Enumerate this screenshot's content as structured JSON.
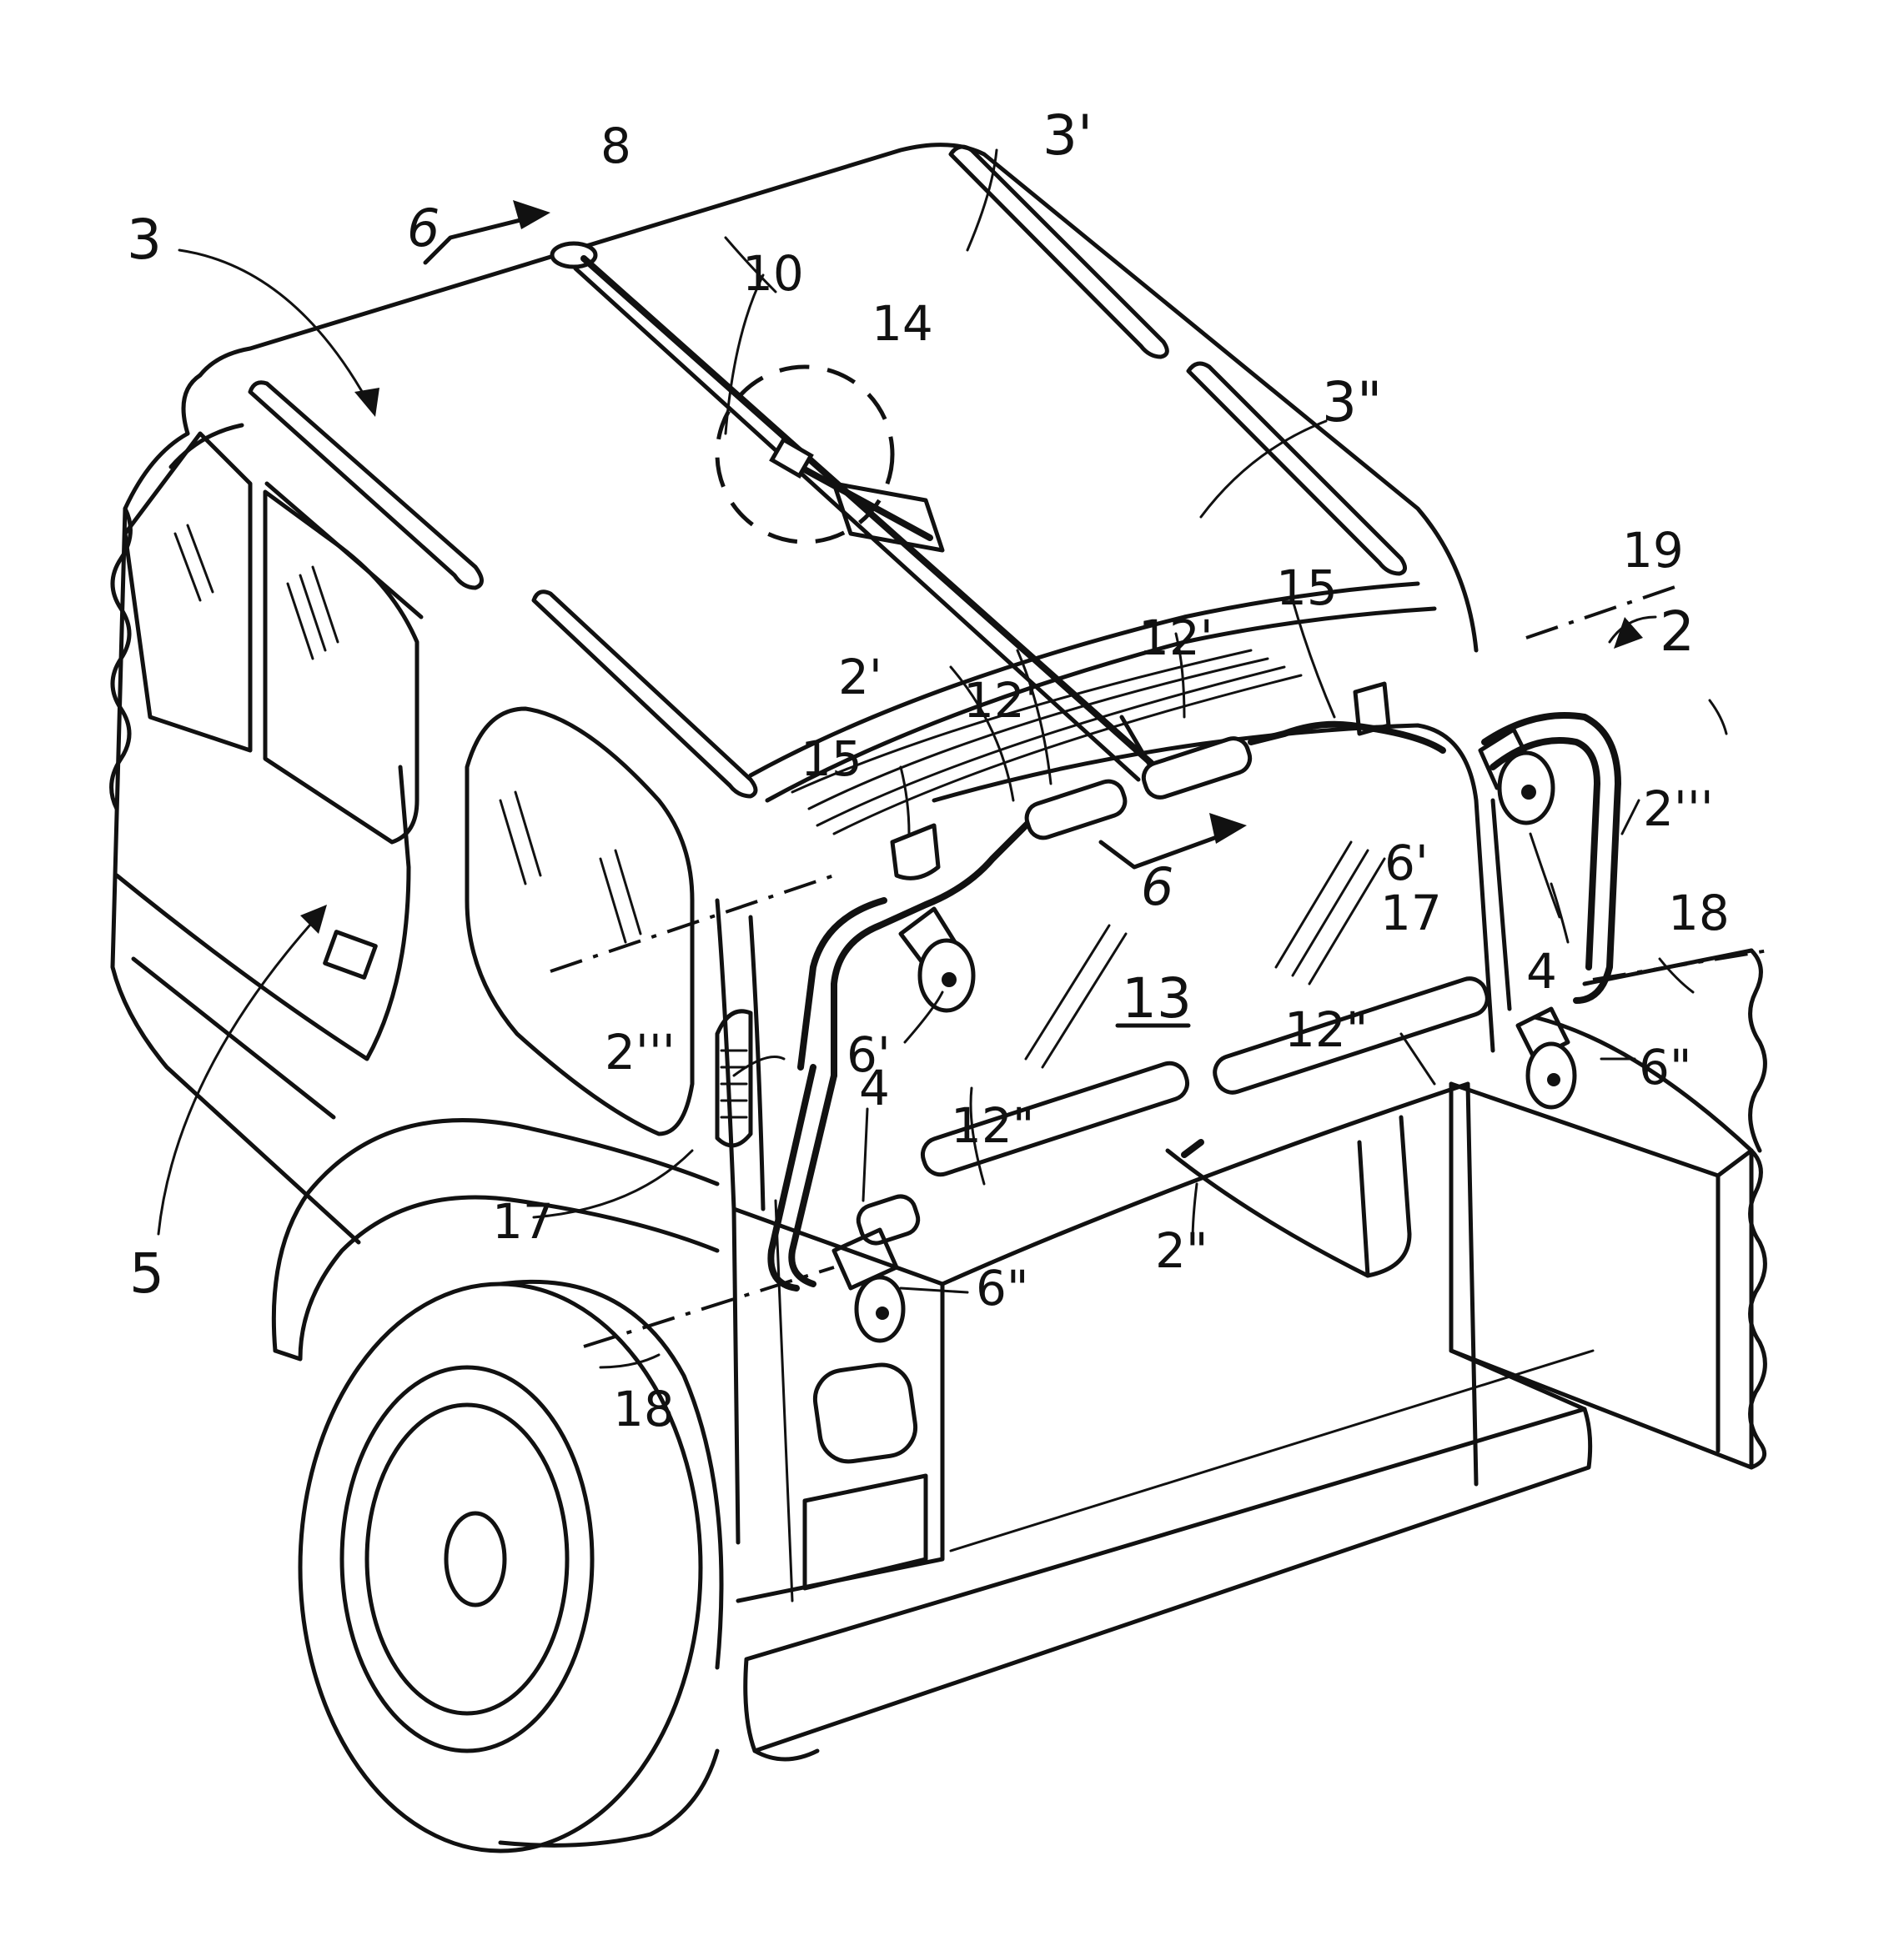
{
  "labels": {
    "l3": "3",
    "l6_top": "6",
    "l8": "8",
    "l10": "10",
    "l14": "14",
    "l3p": "3'",
    "l3pp": "3\"",
    "l19": "19",
    "l2": "2",
    "l15_left": "15",
    "l15_right": "15",
    "l12p_left": "12'",
    "l12p_right": "12'",
    "l2p": "2'",
    "l2ppp_left": "2'''",
    "l2ppp_right": "2'''",
    "l6p_left": "6'",
    "l6p_right": "6'",
    "l6_mid": "6",
    "l13": "13",
    "l17_right": "17",
    "l17_left": "17",
    "l18_right": "18",
    "l18_left": "18",
    "l4_right": "4",
    "l4_left": "4",
    "l12pp_right": "12\"",
    "l12pp_left": "12\"",
    "l6pp_right": "6\"",
    "l6pp_left": "6\"",
    "l2pp": "2\"",
    "l5": "5"
  }
}
